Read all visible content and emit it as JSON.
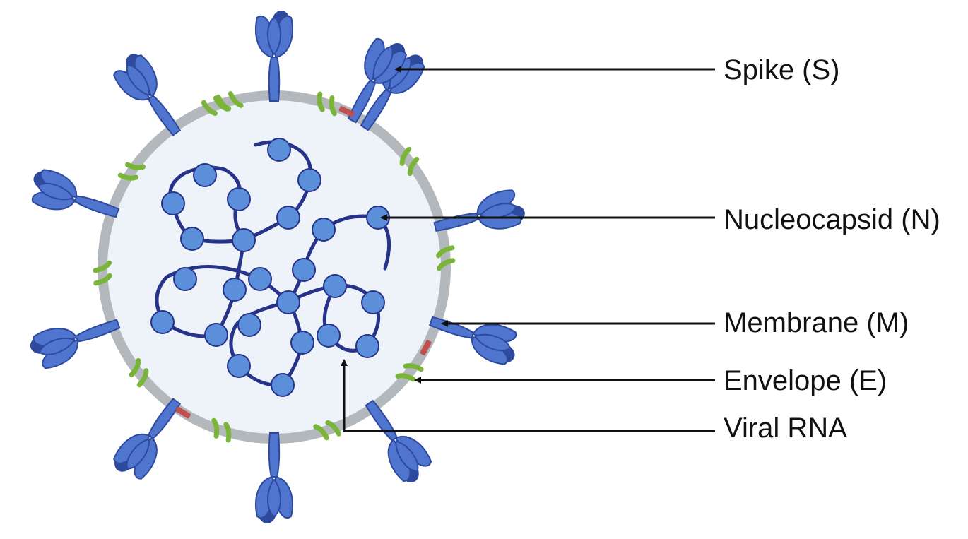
{
  "labels": {
    "spike": "Spike (S)",
    "nucleocapsid": "Nucleocapsid (N)",
    "membrane": "Membrane (M)",
    "envelope": "Envelope (E)",
    "rna": "Viral RNA"
  },
  "colors": {
    "spike_fill": "#4f75cf",
    "spike_dark": "#2d4a9e",
    "membrane_ring": "#b3b8bd",
    "interior": "#eef3fa",
    "m_protein": "#7ab53a",
    "e_protein": "#c0504d",
    "rna_strand": "#27328a",
    "nucleocapsid_bead": "#5b8fd9",
    "text": "#111111"
  }
}
